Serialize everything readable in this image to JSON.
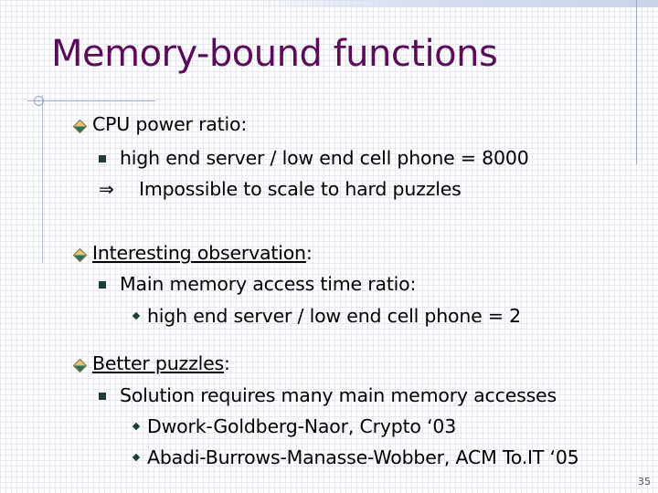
{
  "slide": {
    "title": "Memory-bound functions",
    "page_number": "35",
    "points": [
      {
        "label": "CPU power ratio:",
        "sub": "high end server / low end cell phone  =  8000",
        "implication": "Impossible to scale to hard puzzles",
        "implies_symbol": "⇒"
      },
      {
        "label": "Interesting observation",
        "label_suffix": ":",
        "sub": "Main memory access time ratio:",
        "subsub": "high end server / low end cell phone  = 2"
      },
      {
        "label": "Better puzzles",
        "label_suffix": ":",
        "sub": "Solution requires many main memory accesses",
        "refs": [
          "Dwork-Goldberg-Naor, Crypto ‘03",
          "Abadi-Burrows-Manasse-Wobber,  ACM To.IT ‘05"
        ]
      }
    ]
  },
  "colors": {
    "title": "#5c0b5c",
    "bullet_dark": "#1e4030",
    "bullet_gold": "#e3c37a"
  },
  "icons": {
    "level1_bullet": "diamond-bullet-icon",
    "level2_bullet": "square-bullet-icon",
    "level3_bullet": "small-diamond-bullet-icon"
  }
}
